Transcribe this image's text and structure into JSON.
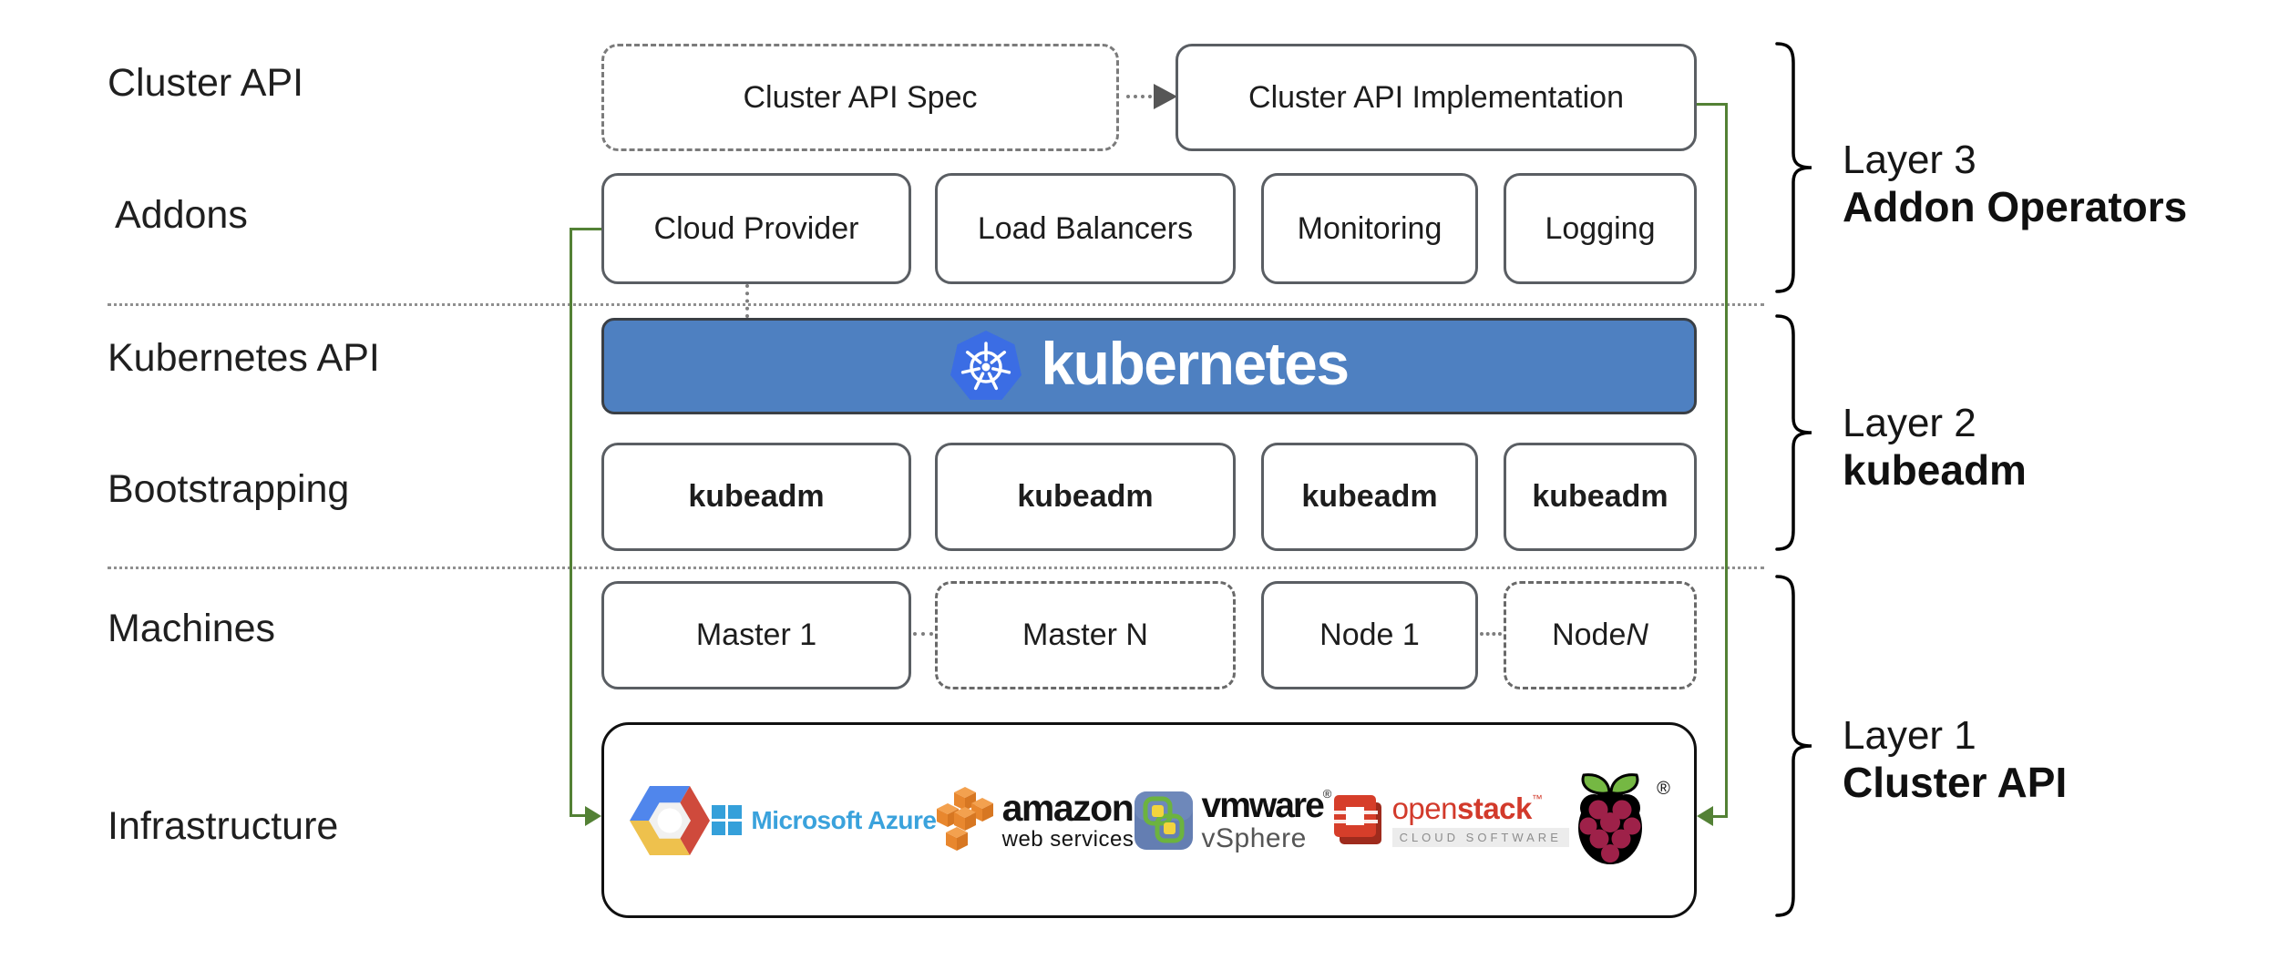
{
  "row_labels": {
    "cluster_api": "Cluster API",
    "addons": "Addons",
    "kubernetes_api": "Kubernetes API",
    "bootstrapping": "Bootstrapping",
    "machines": "Machines",
    "infrastructure": "Infrastructure"
  },
  "top_row": {
    "spec_label": "Cluster API Spec",
    "implementation_label": "Cluster API Implementation"
  },
  "addons": {
    "items": [
      "Cloud Provider",
      "Load Balancers",
      "Monitoring",
      "Logging"
    ]
  },
  "kubernetes": {
    "wordmark": "kubernetes"
  },
  "bootstrapping": {
    "items": [
      "kubeadm",
      "kubeadm",
      "kubeadm",
      "kubeadm"
    ]
  },
  "machines": {
    "items": [
      {
        "label": "Master 1",
        "suffix": "",
        "border": "solid"
      },
      {
        "label": "Master N",
        "suffix": "",
        "border": "dashed"
      },
      {
        "label": "Node 1",
        "suffix": "",
        "border": "solid"
      },
      {
        "label": "Node ",
        "suffix": "N",
        "border": "dashed"
      }
    ]
  },
  "infrastructure": {
    "providers": {
      "google_cloud": {
        "icon": "google-cloud-platform-logo"
      },
      "azure": {
        "icon": "microsoft-logo",
        "label": "Microsoft Azure"
      },
      "aws": {
        "icon": "aws-cubes-logo",
        "line1": "amazon",
        "line2": "web services"
      },
      "vmware": {
        "icon": "vmware-vsphere-logo",
        "line1": "vmware",
        "reg": "®",
        "line2": "vSphere"
      },
      "openstack": {
        "icon": "openstack-logo",
        "word_light": "open",
        "word_bold": "stack",
        "tm": "™",
        "tagline": "CLOUD SOFTWARE"
      },
      "raspberry_pi": {
        "icon": "raspberry-pi-logo",
        "reg": "®"
      }
    }
  },
  "layers": {
    "layer3": {
      "title": "Layer 3",
      "subtitle": "Addon Operators"
    },
    "layer2": {
      "title": "Layer 2",
      "subtitle": "kubeadm"
    },
    "layer1": {
      "title": "Layer 1",
      "subtitle": "Cluster API"
    }
  },
  "colors": {
    "kubernetes_bar_blue": "#4e80c1",
    "kubernetes_logo_blue": "#3b6de4",
    "connector_green": "#538135",
    "box_border_gray": "#5a5e63",
    "azure_blue": "#3aa2dc",
    "aws_orange": "#e8872e",
    "openstack_red": "#d63e2a",
    "raspberry_crimson": "#9e2149",
    "leaf_green": "#75b843"
  }
}
